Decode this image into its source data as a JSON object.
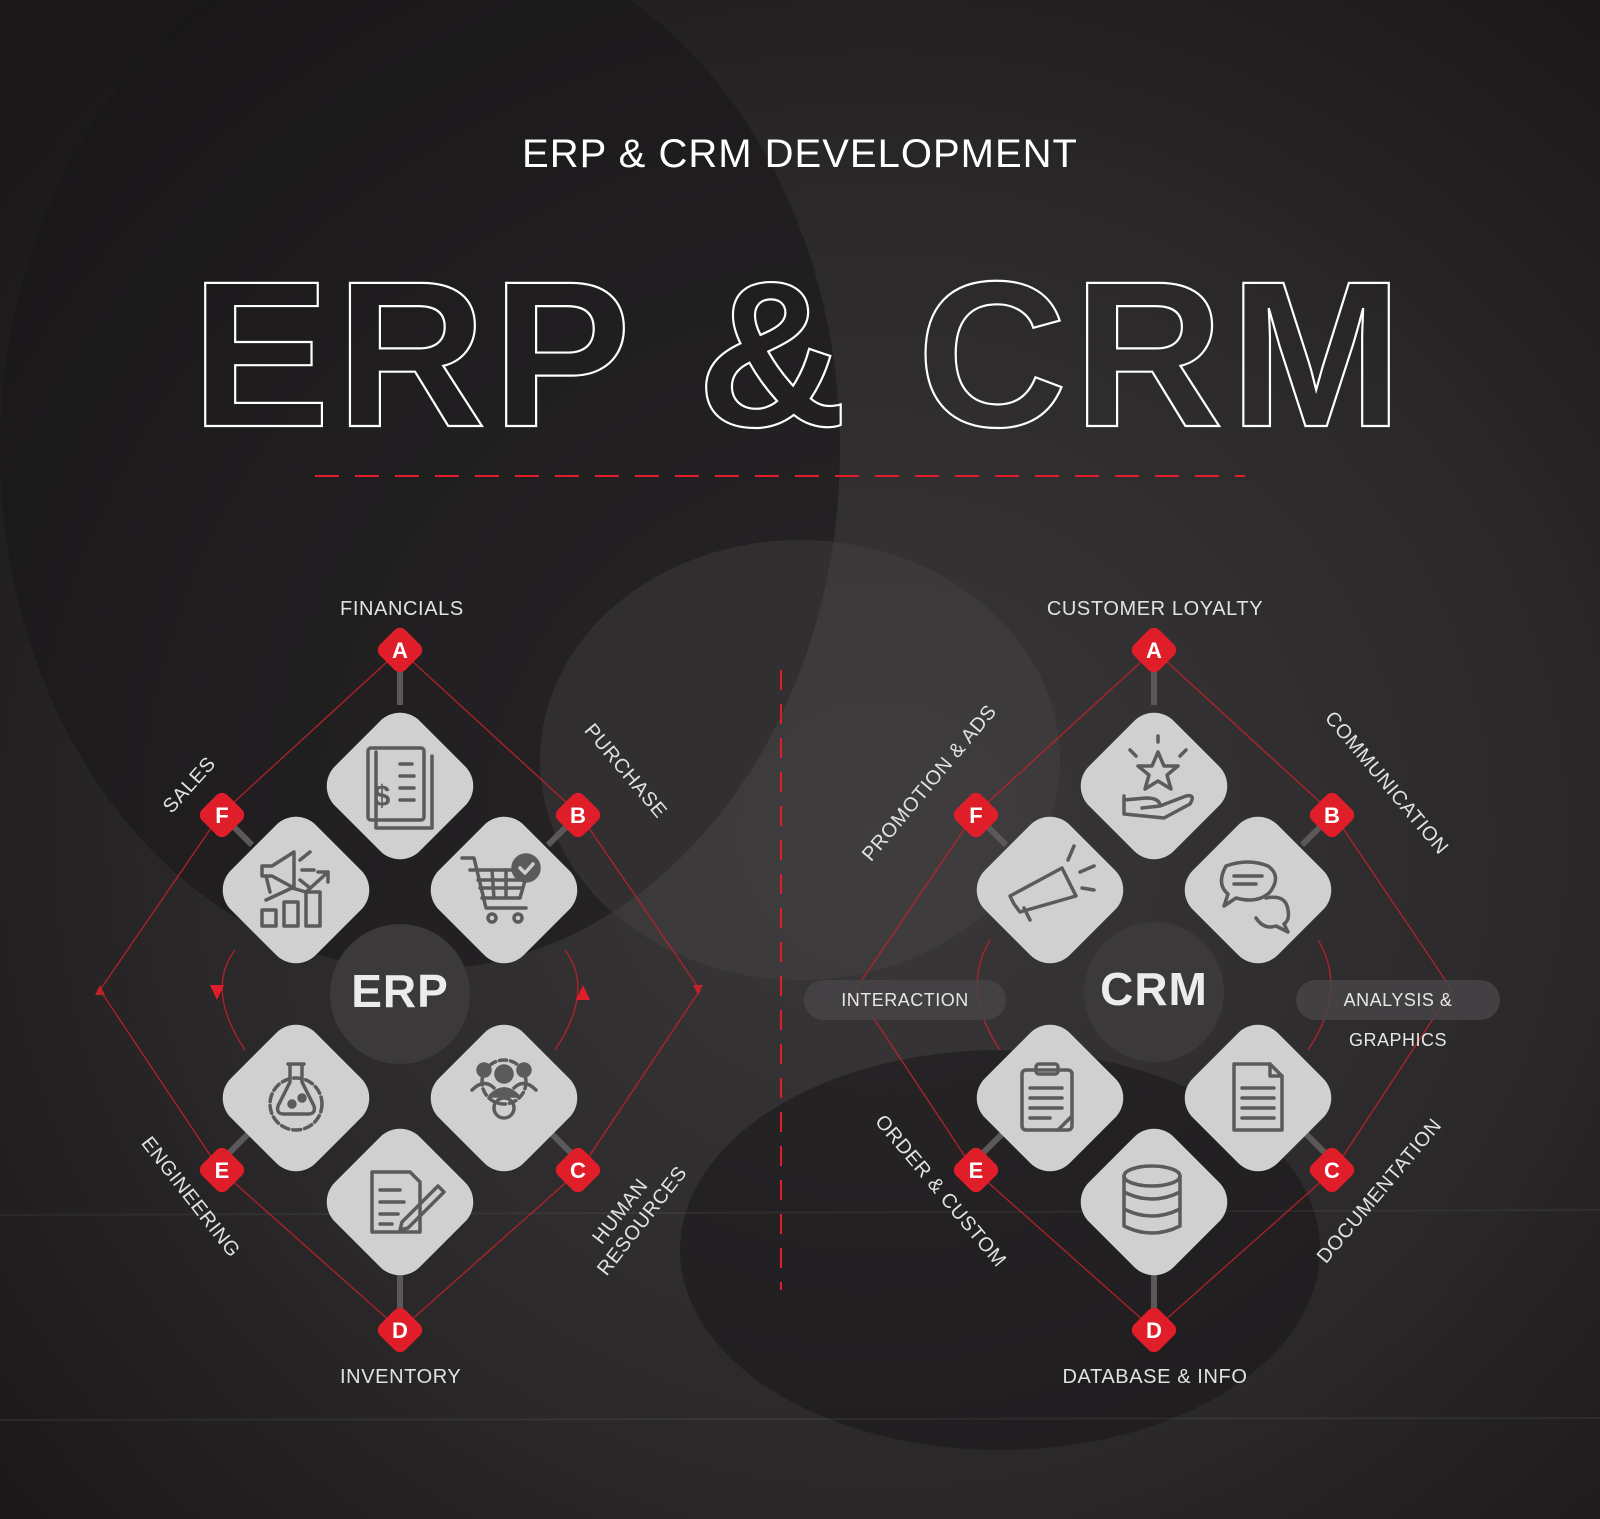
{
  "header": {
    "subtitle": "ERP & CRM DEVELOPMENT",
    "hero_title": "ERP & CRM"
  },
  "colors": {
    "background": "#1e1c1d",
    "accent_red": "#e01e2a",
    "tile": "#cfcfcf",
    "hub": "#3a3839",
    "text": "#e2e2e2"
  },
  "erp": {
    "hub_label": "ERP",
    "nodes": [
      {
        "letter": "A",
        "label": "FINANCIALS",
        "icon": "invoice-dollar-icon"
      },
      {
        "letter": "B",
        "label": "PURCHASE",
        "icon": "shopping-cart-check-icon"
      },
      {
        "letter": "C",
        "label_lines": [
          "HUMAN",
          "RESOURCES"
        ],
        "icon": "team-gear-icon"
      },
      {
        "letter": "D",
        "label": "INVENTORY",
        "icon": "document-edit-icon"
      },
      {
        "letter": "E",
        "label": "ENGINEERING",
        "icon": "flask-gear-icon"
      },
      {
        "letter": "F",
        "label": "SALES",
        "icon": "megaphone-growth-chart-icon"
      }
    ]
  },
  "crm": {
    "hub_label": "CRM",
    "side_labels": {
      "left": "INTERACTION",
      "right": "ANALYSIS & GRAPHICS"
    },
    "nodes": [
      {
        "letter": "A",
        "label": "CUSTOMER LOYALTY",
        "icon": "star-hand-icon"
      },
      {
        "letter": "B",
        "label": "COMMUNICATION",
        "icon": "chat-bubbles-icon"
      },
      {
        "letter": "C",
        "label": "DOCUMENTATION",
        "icon": "document-lines-icon"
      },
      {
        "letter": "D",
        "label": "DATABASE & INFO",
        "icon": "database-icon"
      },
      {
        "letter": "E",
        "label": "ORDER & CUSTOM",
        "icon": "clipboard-icon"
      },
      {
        "letter": "F",
        "label": "PROMOTION & ADS",
        "icon": "megaphone-icon"
      }
    ]
  }
}
